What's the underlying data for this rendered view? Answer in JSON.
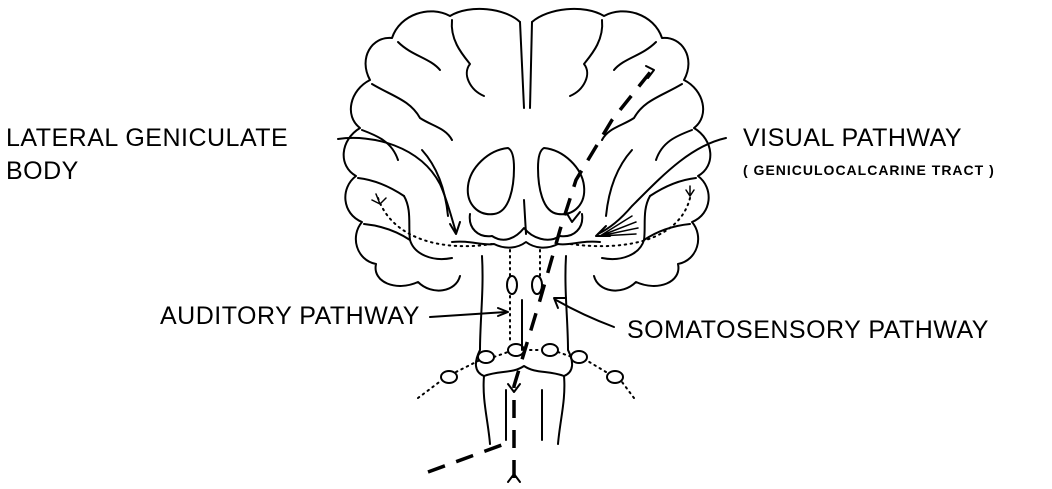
{
  "labels": {
    "lgb_line1": "LATERAL GENICULATE",
    "lgb_line2": "BODY",
    "visual_line1": "VISUAL PATHWAY",
    "visual_line2": "( GENICULOCALCARINE TRACT )",
    "auditory": "AUDITORY PATHWAY",
    "somatosensory": "SOMATOSENSORY PATHWAY"
  },
  "colors": {
    "ink": "#000000",
    "background": "#ffffff"
  }
}
